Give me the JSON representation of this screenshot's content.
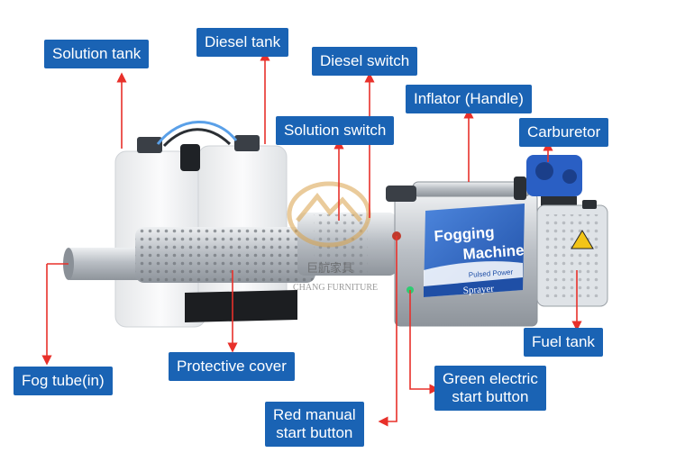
{
  "colors": {
    "label_bg": "#1a63b4",
    "label_text": "#ffffff",
    "arrow": "#e8302a",
    "tank_white": "#f4f5f6",
    "metal": "#c9cdd2",
    "machine_blue": "#2f67c9"
  },
  "machine_panel": {
    "title_line1": "Fogging",
    "title_line2": "Machine",
    "subtitle": "Pulsed Power",
    "badge": "Sprayer"
  },
  "watermark": {
    "cn": "巨航家具",
    "en": "CHANG FURNITURE"
  },
  "labels": {
    "solution_tank": "Solution tank",
    "diesel_tank": "Diesel tank",
    "diesel_switch": "Diesel switch",
    "inflator": "Inflator (Handle)",
    "solution_switch": "Solution switch",
    "carburetor": "Carburetor",
    "fuel_tank": "Fuel tank",
    "fog_tube": "Fog tube(in)",
    "protective_cover": "Protective cover",
    "green_start_1": "Green electric",
    "green_start_2": "start button",
    "red_start_1": "Red manual",
    "red_start_2": "start button"
  }
}
